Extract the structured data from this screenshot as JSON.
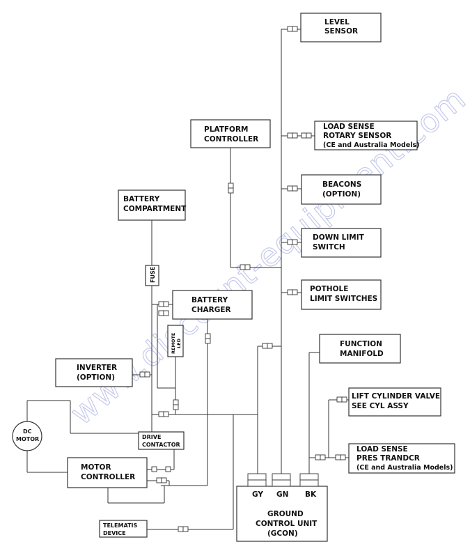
{
  "watermark": "www.discount-equipment.com",
  "components": {
    "level_sensor": [
      "LEVEL",
      "SENSOR"
    ],
    "platform_controller": [
      "PLATFORM",
      "CONTROLLER"
    ],
    "load_sense_rotary": [
      "LOAD SENSE",
      "ROTARY SENSOR",
      "(CE and Australia Models)"
    ],
    "beacons": [
      "BEACONS",
      "(OPTION)"
    ],
    "battery_compartment": [
      "BATTERY",
      "COMPARTMENT"
    ],
    "down_limit_switch": [
      "DOWN LIMIT",
      "SWITCH"
    ],
    "fuse": "FUSE",
    "pothole_limit_switches": [
      "POTHOLE",
      "LIMIT SWITCHES"
    ],
    "battery_charger": [
      "BATTERY",
      "CHARGER"
    ],
    "remote_led": [
      "REMOTE",
      "LED"
    ],
    "function_manifold": [
      "FUNCTION",
      "MANIFOLD"
    ],
    "inverter": [
      "INVERTER",
      "(OPTION)"
    ],
    "lift_cylinder_valve": [
      "LIFT CYLINDER VALVE",
      "SEE CYL ASSY"
    ],
    "dc_motor": [
      "DC",
      "MOTOR"
    ],
    "drive_contactor": [
      "DRIVE",
      "CONTACTOR"
    ],
    "load_sense_pres": [
      "LOAD SENSE",
      "PRES TRANDCR",
      "(CE and Australia Models)"
    ],
    "motor_controller": [
      "MOTOR",
      "CONTROLLER"
    ],
    "gcon_ports": [
      "GY",
      "GN",
      "BK"
    ],
    "ground_control_unit": [
      "GROUND",
      "CONTROL UNIT",
      "(GCON)"
    ],
    "telematis_device": [
      "TELEMATIS",
      "DEVICE"
    ]
  }
}
